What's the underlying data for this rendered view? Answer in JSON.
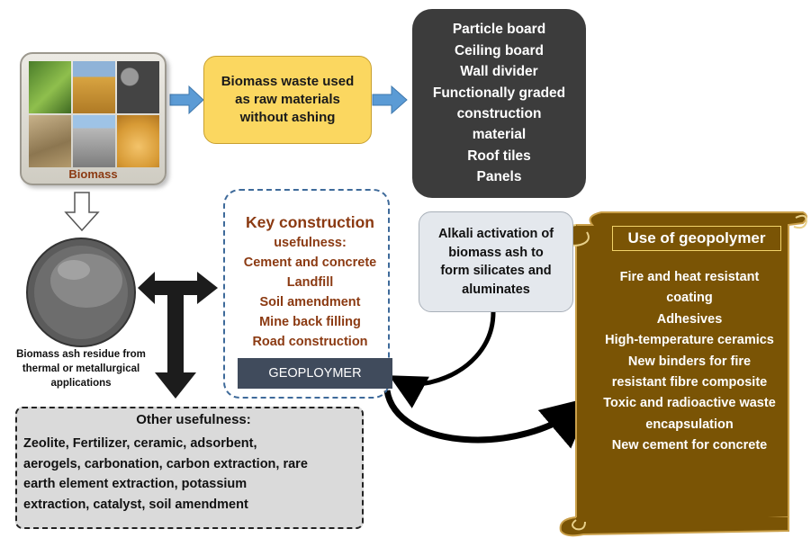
{
  "biomass": {
    "label": "Biomass"
  },
  "raw_material": {
    "lines": [
      "Biomass waste used",
      "as raw materials",
      "without ashing"
    ]
  },
  "products": {
    "items": [
      "Particle board",
      "Ceiling board",
      "Wall divider",
      "Functionally graded",
      "construction",
      "material",
      "Roof tiles",
      "Panels"
    ]
  },
  "key_construction": {
    "title_lines": [
      "Key construction",
      "usefulness:"
    ],
    "items": [
      "Cement and concrete",
      "Landfill",
      "Soil amendment",
      "Mine back filling",
      "Road construction"
    ],
    "bar_label": "GEOPLOYMER"
  },
  "alkali": {
    "lines": [
      "Alkali activation of",
      "biomass ash to",
      "form silicates and",
      "aluminates"
    ]
  },
  "ash": {
    "lines": [
      "Biomass  ash residue from",
      "thermal or metallurgical",
      "applications"
    ]
  },
  "other": {
    "title": "Other usefulness:",
    "lines": [
      "Zeolite,  Fertilizer,  ceramic,  adsorbent,",
      "aerogels, carbonation, carbon extraction, rare",
      "earth  element  extraction,  potassium",
      "extraction, catalyst, soil amendment"
    ]
  },
  "geopolymer_use": {
    "title": "Use of geopolymer",
    "items": [
      "Fire and heat resistant",
      "coating",
      "Adhesives",
      "High-temperature ceramics",
      "New binders for fire",
      "resistant fibre composite",
      "Toxic and radioactive waste",
      "encapsulation",
      "New cement for concrete"
    ]
  },
  "colors": {
    "yellow_box": "#fbd760",
    "dark_box": "#3c3c3c",
    "dashed_border": "#3e6a9a",
    "key_text": "#8b3a12",
    "geopolymer_bar": "#404b5c",
    "alkali_box": "#e4e8ed",
    "other_box": "#dadada",
    "scroll": "#7a5405",
    "blue_arrow": "#5b9bd5"
  }
}
